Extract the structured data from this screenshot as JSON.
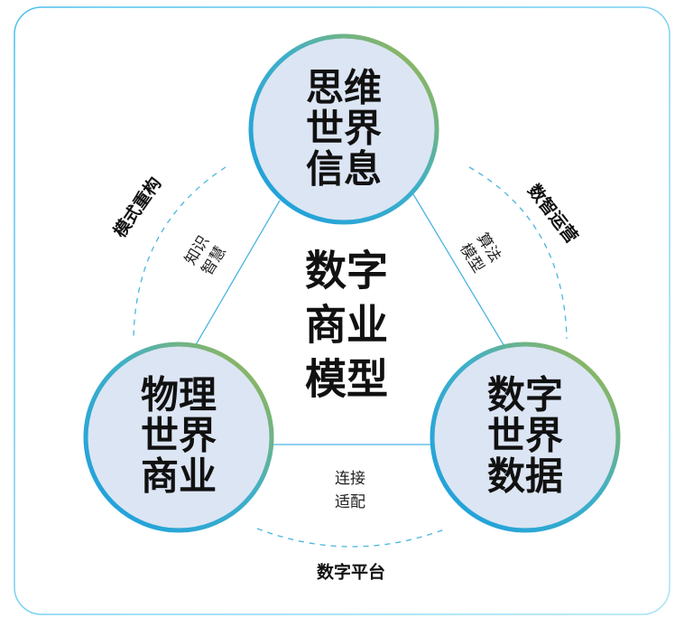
{
  "center": {
    "lines": [
      "数字",
      "商业",
      "模型"
    ]
  },
  "nodes": {
    "top": {
      "lines": [
        "思维",
        "世界",
        "信息"
      ]
    },
    "left": {
      "lines": [
        "物理",
        "世界",
        "商业"
      ]
    },
    "right": {
      "lines": [
        "数字",
        "世界",
        "数据"
      ]
    }
  },
  "edges": {
    "top_left": {
      "lines": [
        "知识",
        "智慧"
      ]
    },
    "top_right": {
      "lines": [
        "算法",
        "模型"
      ]
    },
    "bottom": {
      "lines": [
        "连接",
        "适配"
      ]
    }
  },
  "arcs": {
    "left": "模式重构",
    "right": "数智运营",
    "bottom": "数字平台"
  },
  "colors": {
    "circle_fill": "#dce5f3",
    "ring_start": "#1a9ee0",
    "ring_end": "#a8b83a",
    "connector": "#49b5e0",
    "dashed": "#49b5e0",
    "frame": "#7fcdf0"
  }
}
